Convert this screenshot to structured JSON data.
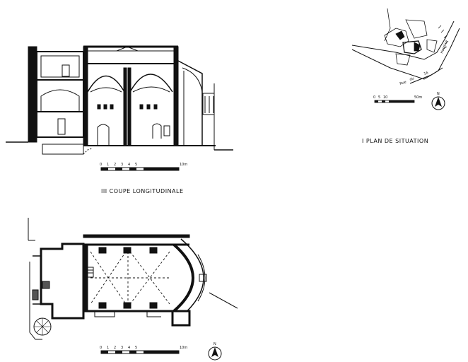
{
  "titles": {
    "situation": "I  PLAN  DE  SITUATION",
    "section": "III  COUPE  LONGITUDINALE"
  },
  "scale_section": {
    "ticks": [
      "0",
      "1",
      "2",
      "3",
      "4",
      "5"
    ],
    "end": "10m"
  },
  "scale_plan": {
    "ticks": [
      "0",
      "1",
      "2",
      "3",
      "4",
      "5"
    ],
    "end": "10m"
  },
  "scale_situation": {
    "ticks": [
      "0",
      "5",
      "10"
    ],
    "end": "50m"
  },
  "north_label": "N",
  "streets": {
    "rue_1": "Rue",
    "rue_2": "du",
    "rue_3": "16",
    "quai": "Hospice"
  },
  "colors": {
    "ink": "#111111",
    "paper": "#ffffff",
    "hatch": "#555555"
  }
}
